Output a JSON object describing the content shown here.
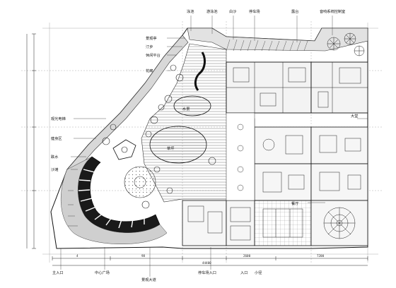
{
  "plan": {
    "top_labels": [
      "泳池",
      "游泳池",
      "白沙",
      "停车场",
      "露台",
      "音响系统控制室"
    ],
    "left_labels": [
      "景观亭",
      "汀步",
      "休闲平台",
      "花廊",
      "观光电梯",
      "健身区",
      "跌水",
      "沙滩"
    ],
    "inner_labels": [
      "水景",
      "草坪"
    ],
    "right_labels": [
      "大堂",
      "餐厅"
    ],
    "bottom_labels": [
      "主入口",
      "中心广场",
      "景观大道",
      "停车场入口"
    ],
    "bottom_small_labels": [
      "入口",
      "小径"
    ],
    "dimensions": [
      "44400",
      "4",
      "98",
      "2600",
      "7200"
    ]
  }
}
